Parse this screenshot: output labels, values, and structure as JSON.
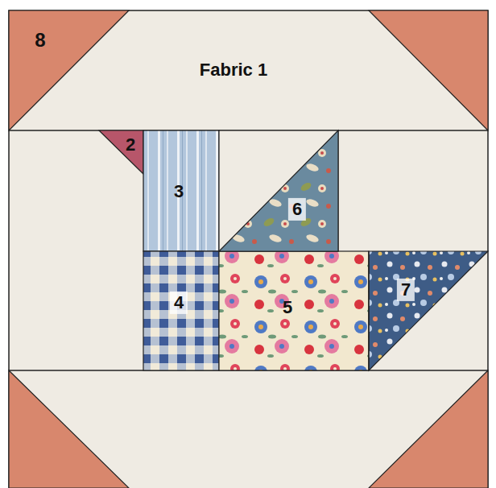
{
  "diagram": {
    "labels": [
      "8",
      "Fabric 1",
      "2",
      "3",
      "6",
      "4",
      "5",
      "7"
    ]
  }
}
